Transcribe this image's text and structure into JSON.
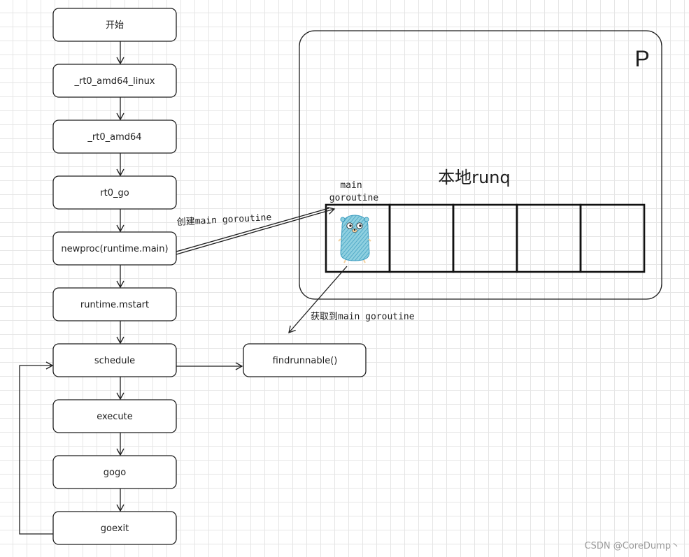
{
  "flow_steps": [
    {
      "label": "开始"
    },
    {
      "label": "_rt0_amd64_linux"
    },
    {
      "label": "_rt0_amd64"
    },
    {
      "label": "rt0_go"
    },
    {
      "label": "newproc(runtime.main)"
    },
    {
      "label": "runtime.mstart"
    },
    {
      "label": "schedule"
    },
    {
      "label": "execute"
    },
    {
      "label": "gogo"
    },
    {
      "label": "goexit"
    }
  ],
  "findrunnable": {
    "label": "findrunnable()"
  },
  "processor": {
    "label": "P",
    "runq_title": "本地runq",
    "slot_caption_line1": "main",
    "slot_caption_line2": "goroutine",
    "slot_count": 5,
    "occupied_slot_icon": "gopher-icon"
  },
  "edges": {
    "create_label": "创建main goroutine",
    "fetch_label": "获取到main goroutine"
  },
  "watermark": "CSDN @CoreDump丶",
  "colors": {
    "stroke": "#1e1e1e",
    "gopher_fill": "#8fd0e0",
    "gopher_hatch": "#3a9bbf",
    "grid": "#e6e6e6",
    "watermark": "#9a9a9a"
  }
}
